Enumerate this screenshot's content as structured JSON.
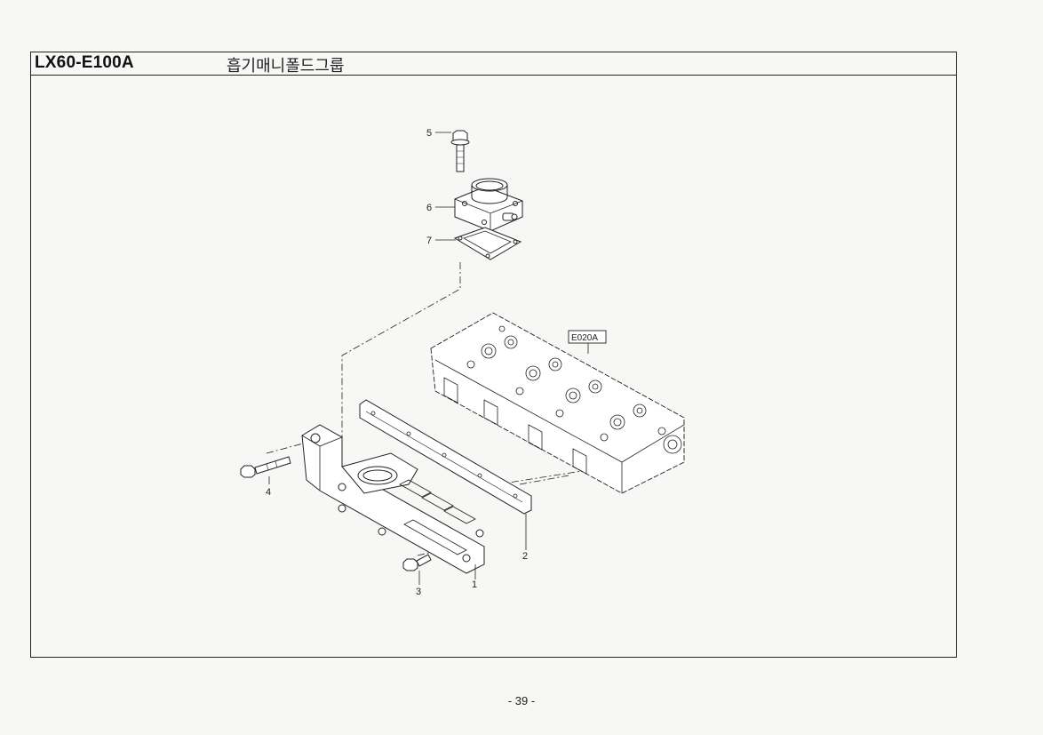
{
  "header": {
    "doc_code": "LX60-E100A",
    "title": "흡기매니폴드그룹"
  },
  "diagram": {
    "callouts": [
      "1",
      "2",
      "3",
      "4",
      "5",
      "6",
      "7"
    ],
    "reference_tag": "E020A"
  },
  "footer": {
    "page_number": "- 39 -"
  }
}
